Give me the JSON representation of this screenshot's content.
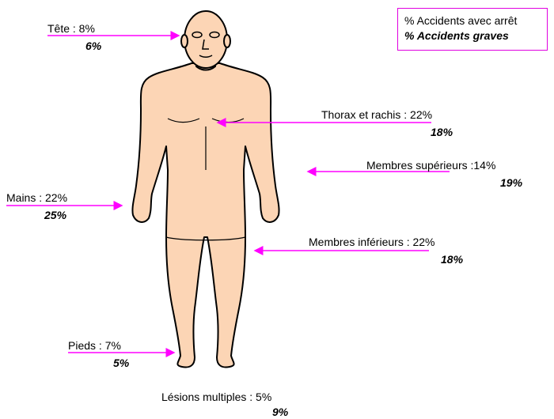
{
  "legend": {
    "accidents_avec_arret": "% Accidents avec arrêt",
    "accidents_graves": "% Accidents graves"
  },
  "colors": {
    "arrow": "#ff00ff",
    "skin": "#fcd5b5",
    "outline": "#000000"
  },
  "regions": {
    "tete": {
      "label": "Tête : 8%",
      "graves": "6%"
    },
    "thorax": {
      "label": "Thorax et rachis : 22%",
      "graves": "18%"
    },
    "membres_sup": {
      "label": "Membres supérieurs :14%",
      "graves": "19%"
    },
    "mains": {
      "label": "Mains : 22%",
      "graves": "25%"
    },
    "membres_inf": {
      "label": "Membres inférieurs :  22%",
      "graves": "18%"
    },
    "pieds": {
      "label": "Pieds : 7%",
      "graves": "5%"
    },
    "lesions": {
      "label": "Lésions multiples : 5%",
      "graves": "9%"
    }
  }
}
